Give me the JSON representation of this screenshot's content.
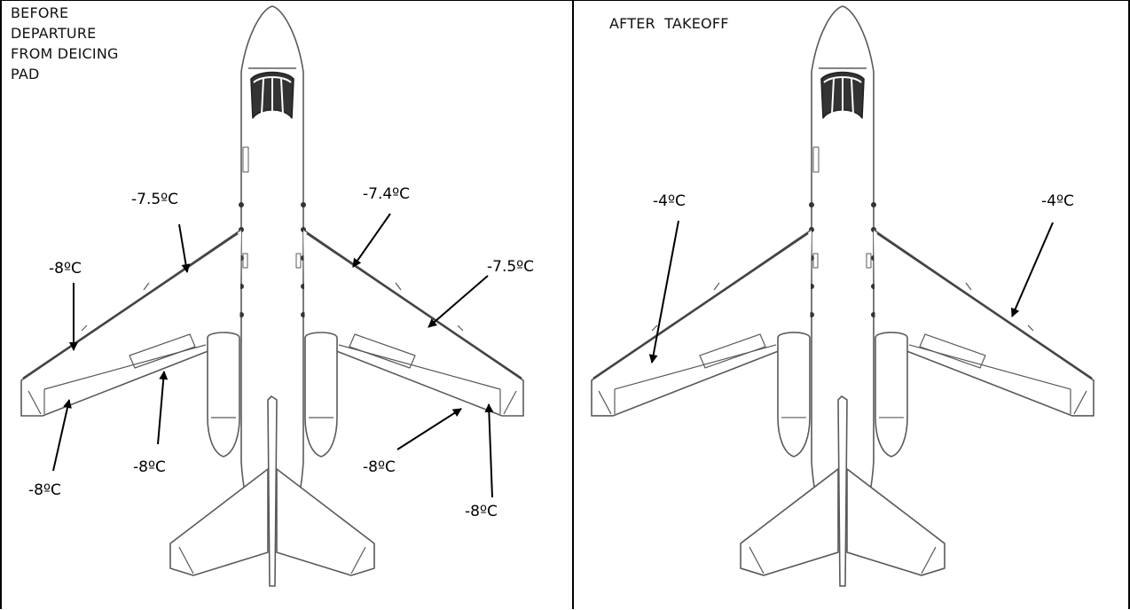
{
  "panels": [
    {
      "title": "BEFORE\nDEPARTURE\nFROM DEICING\nPAD",
      "labels": [
        "-7.5ºC",
        "-7.4ºC",
        "-8ºC",
        "-7.5ºC",
        "-8ºC",
        "-8ºC",
        "-8ºC",
        "-8ºC"
      ]
    },
    {
      "title": "AFTER  TAKEOFF",
      "labels": [
        "-4ºC",
        "-4ºC"
      ]
    }
  ],
  "colors": {
    "line": "#5a5a5a",
    "text": "#000000"
  }
}
